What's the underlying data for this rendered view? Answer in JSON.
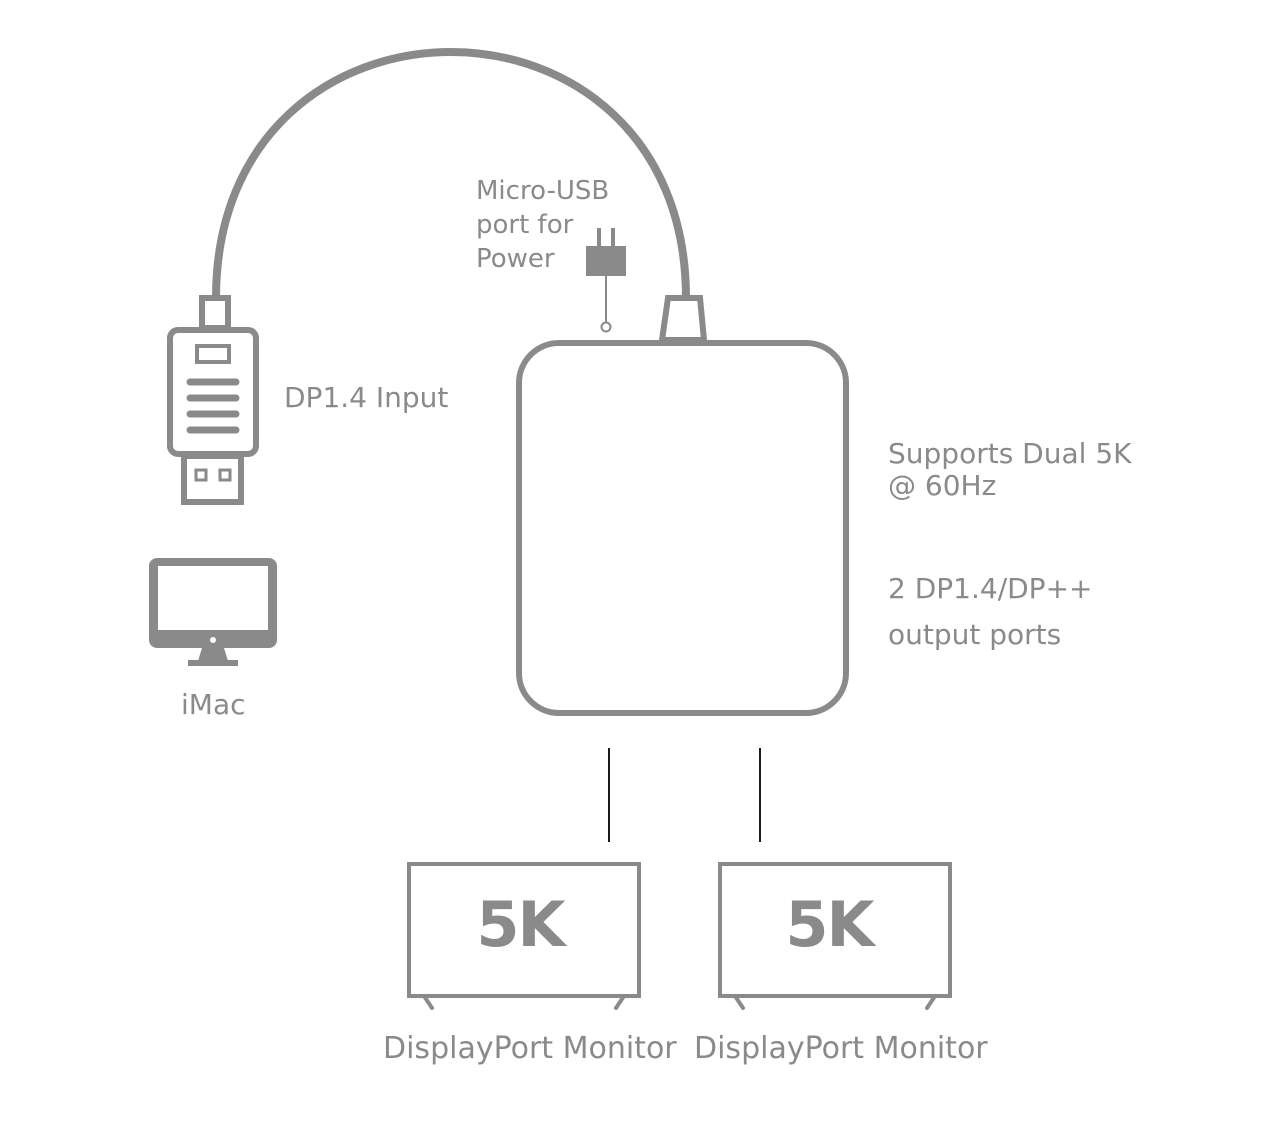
{
  "labels": {
    "power": [
      "Micro-USB",
      "port for",
      "Power"
    ],
    "input": "DP1.4 Input",
    "imac": "iMac",
    "supports": [
      "Supports Dual 5K",
      "@ 60Hz"
    ],
    "ports": [
      "2 DP1.4/DP++",
      "output ports"
    ],
    "monitor_left": "DisplayPort Monitor",
    "monitor_right": "DisplayPort Monitor"
  },
  "monitors": [
    {
      "badge": "5K"
    },
    {
      "badge": "5K"
    }
  ],
  "colors": {
    "stroke": "#8a8a8a",
    "text": "#8a8a8a",
    "line": "#1a1a1a",
    "background": "#ffffff"
  },
  "icons": [
    "displayport-plug-icon",
    "power-plug-icon",
    "imac-icon",
    "monitor-icon"
  ]
}
